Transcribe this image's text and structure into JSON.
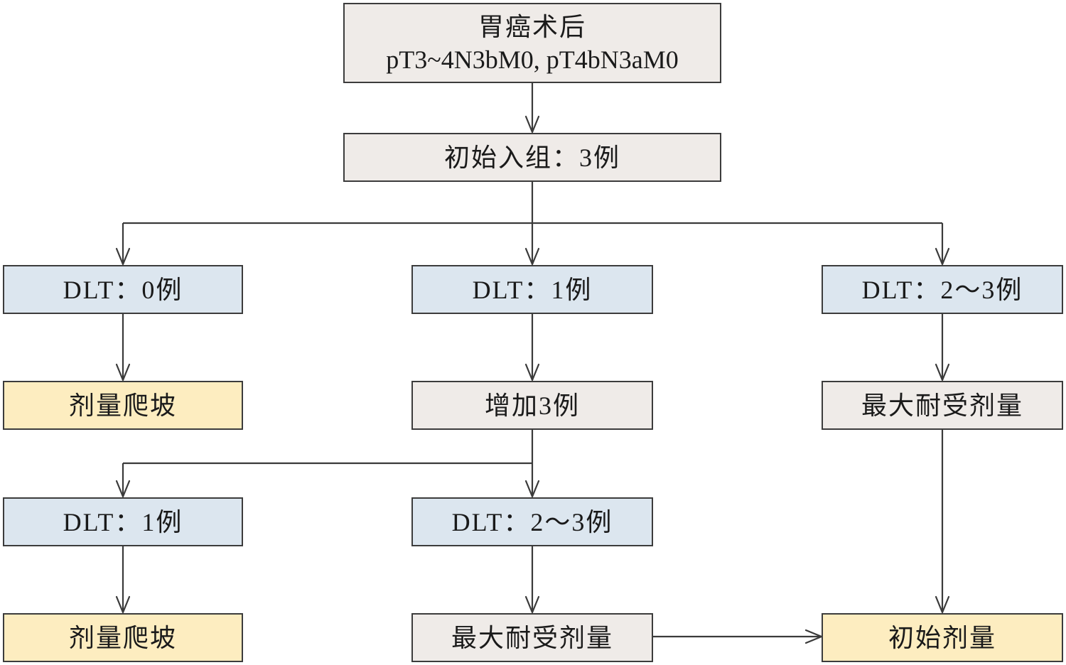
{
  "nodes": {
    "top_line1": "胃癌术后",
    "top_line2": "pT3~4N3bM0, pT4bN3aM0",
    "initial_enrollment": "初始入组：3例",
    "dlt_0": "DLT：0例",
    "dlt_1": "DLT：1例",
    "dlt_2_3": "DLT：2～3例",
    "dose_escalation_1": "剂量爬坡",
    "add_3": "增加3例",
    "mtd_1": "最大耐受剂量",
    "dlt_1_second": "DLT：1例",
    "dlt_2_3_second": "DLT：2～3例",
    "dose_escalation_2": "剂量爬坡",
    "mtd_2": "最大耐受剂量",
    "initial_dose": "初始剂量"
  },
  "colors": {
    "grey_box": "#efebe8",
    "blue_box": "#dce6ef",
    "yellow_box": "#fdedc0",
    "border": "#3c3c3c"
  }
}
